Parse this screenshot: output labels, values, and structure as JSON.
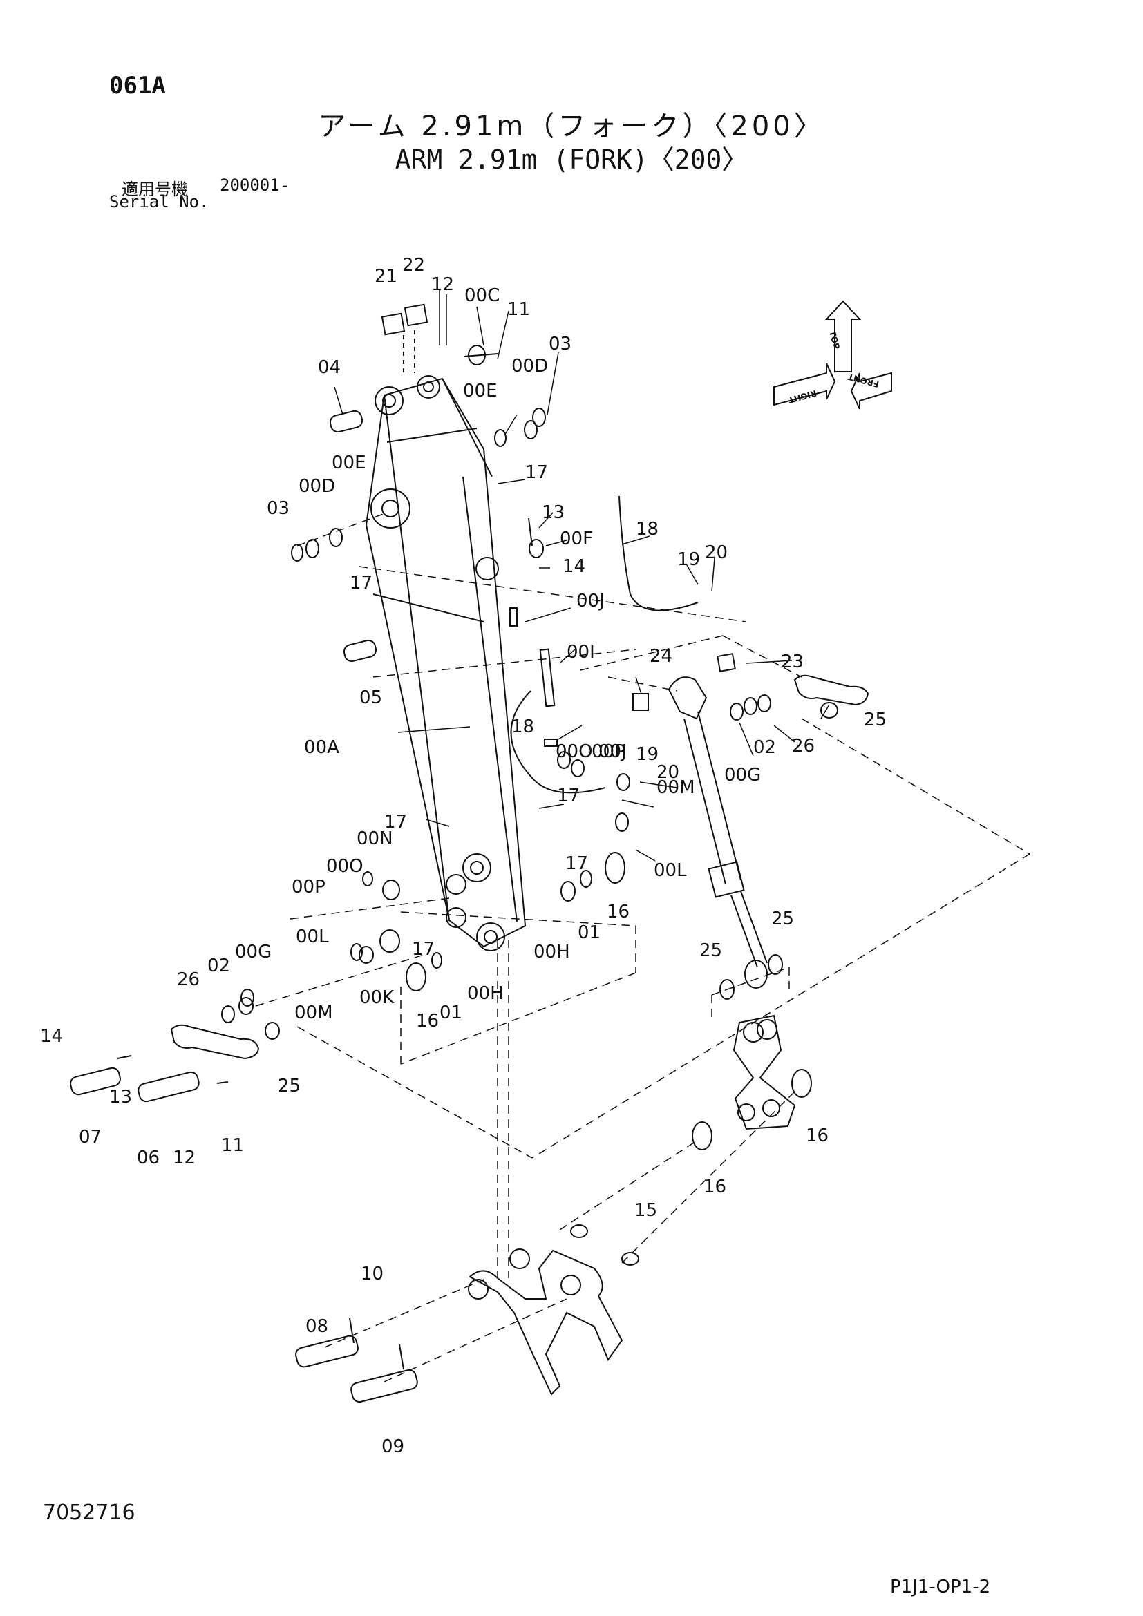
{
  "sheet_code": "061A",
  "title_jp": "アーム 2.91m（フォーク）〈200〉",
  "title_en": "ARM 2.91m (FORK)〈200〉",
  "serial_label_jp": "適用号機",
  "serial_value": "200001-",
  "serial_label_en": "Serial No.",
  "doc_number": "7052716",
  "page_ref": "P1J1-OP1-2",
  "orientation": [
    "TOP",
    "RIGHT",
    "FRONT"
  ],
  "callouts": [
    "21",
    "22",
    "12",
    "00C",
    "11",
    "03",
    "04",
    "00E",
    "00D",
    "00E",
    "00D",
    "03",
    "17",
    "13",
    "00F",
    "14",
    "17",
    "18",
    "19",
    "20",
    "00J",
    "00I",
    "05",
    "24",
    "23",
    "25",
    "26",
    "02",
    "00G",
    "00A",
    "18",
    "00J",
    "00P",
    "19",
    "00O",
    "20",
    "17",
    "17",
    "00M",
    "00N",
    "00O",
    "00P",
    "17",
    "00L",
    "16",
    "01",
    "00H",
    "17",
    "00L",
    "00K",
    "00H",
    "00M",
    "16",
    "01",
    "26",
    "02",
    "00G",
    "25",
    "14",
    "13",
    "07",
    "06",
    "12",
    "11",
    "25",
    "25",
    "16",
    "16",
    "15",
    "10",
    "08",
    "09"
  ]
}
